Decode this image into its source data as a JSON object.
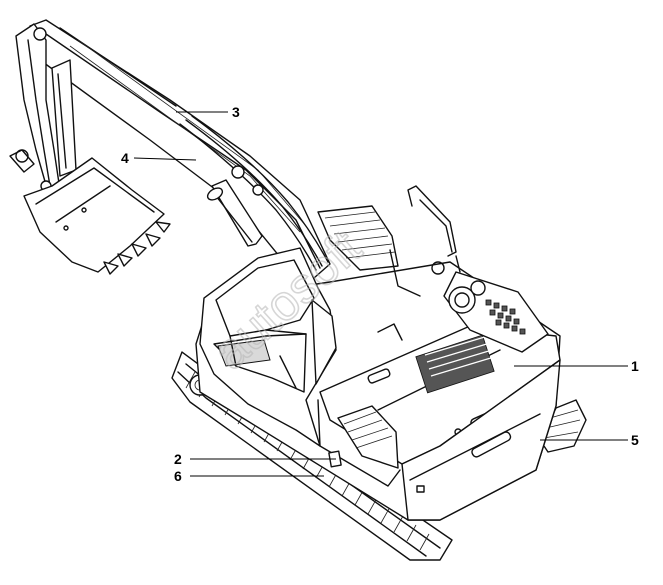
{
  "callouts": [
    {
      "id": "1",
      "label": "1"
    },
    {
      "id": "2",
      "label": "2"
    },
    {
      "id": "3",
      "label": "3"
    },
    {
      "id": "4",
      "label": "4"
    },
    {
      "id": "5",
      "label": "5"
    },
    {
      "id": "6",
      "label": "6"
    }
  ],
  "watermark": "autosoft",
  "colors": {
    "line": "#111111",
    "background": "#ffffff",
    "watermark": "#b5b5b5"
  }
}
